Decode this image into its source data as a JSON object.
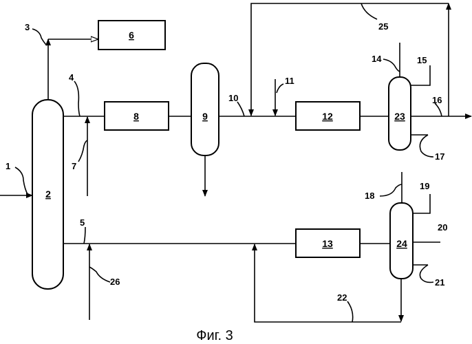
{
  "caption": "Фиг. 3",
  "units": {
    "u2": "2",
    "u6": "6",
    "u8": "8",
    "u9": "9",
    "u12": "12",
    "u13": "13",
    "u23": "23",
    "u24": "24"
  },
  "streams": {
    "s1": "1",
    "s3": "3",
    "s4": "4",
    "s5": "5",
    "s7": "7",
    "s10": "10",
    "s11": "11",
    "s14": "14",
    "s15": "15",
    "s16": "16",
    "s17": "17",
    "s18": "18",
    "s19": "19",
    "s20": "20",
    "s21": "21",
    "s22": "22",
    "s25": "25",
    "s26": "26"
  }
}
